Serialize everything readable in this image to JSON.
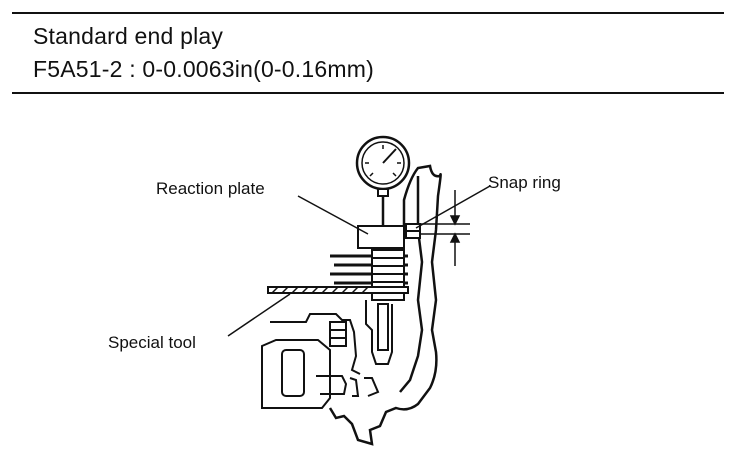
{
  "spec": {
    "title": "Standard end play",
    "value": "F5A51-2 :  0-0.0063in(0-0.16mm)"
  },
  "labels": {
    "reaction_plate": "Reaction plate",
    "snap_ring": "Snap ring",
    "special_tool": "Special tool"
  }
}
